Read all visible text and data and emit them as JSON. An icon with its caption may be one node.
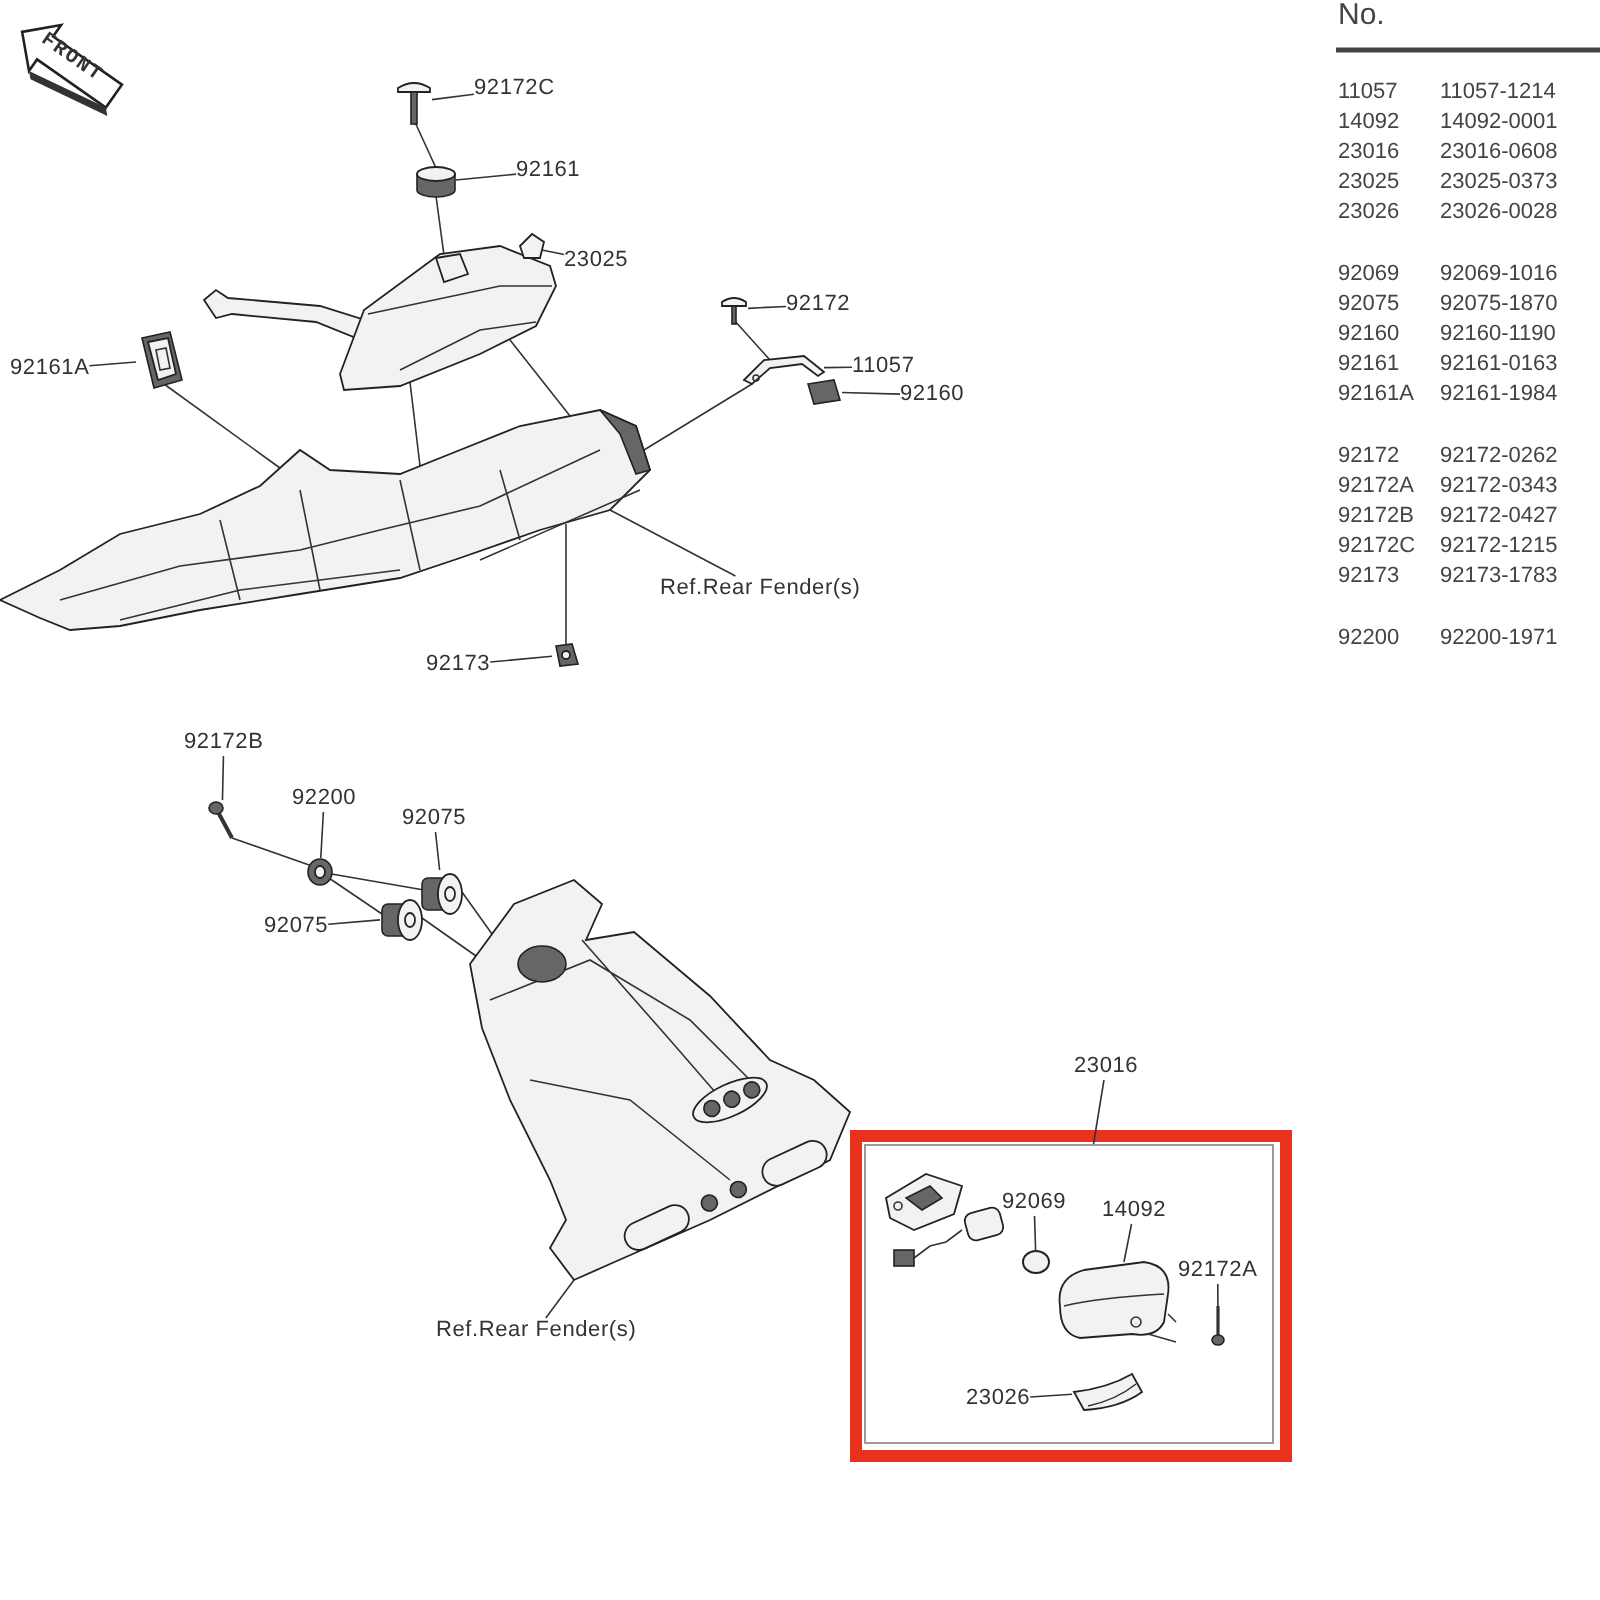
{
  "diagram": {
    "nodes": [
      {
        "text": [
          "92172C"
        ]
      },
      {
        "text": [],
        "shape": "picture"
      },
      {
        "text": [
          "92161"
        ]
      },
      {
        "text": [],
        "shape": "cylinder"
      },
      {
        "text": [
          "23025"
        ]
      },
      {
        "text": [],
        "shape": "picture"
      },
      {
        "text": [
          "92172"
        ]
      },
      {
        "text": [],
        "shape": "picture"
      },
      {
        "text": [
          "11057"
        ]
      },
      {
        "text": [],
        "shape": "picture"
      },
      {
        "text": [
          "92161A"
        ]
      },
      {
        "text": [],
        "shape": "picture"
      },
      {
        "text": [
          "92160"
        ]
      },
      {
        "text": [],
        "shape": "picture"
      },
      {
        "text": [
          "Ref.Rear Fender(s)"
        ]
      },
      {
        "text": [],
        "shape": "picture"
      },
      {
        "text": [
          "92173"
        ]
      },
      {
        "text": [],
        "shape": "picture"
      },
      {
        "text": [
          "92172B"
        ]
      },
      {
        "text": [],
        "shape": "picture"
      },
      {
        "text": [
          "92200"
        ]
      },
      {
        "text": [],
        "shape": "picture"
      },
      {
        "text": [
          "92075"
        ]
      },
      {
        "text": [],
        "shape": "picture"
      },
      {
        "text": [
          "92075"
        ]
      },
      {
        "text": [],
        "shape": "picture"
      },
      {
        "text": [
          "Ref.Rear Fender(s)"
        ]
      },
      {
        "text": [],
        "shape": "picture"
      },
      {
        "text": [
          "23016"
        ]
      },
      {
        "text": [],
        "shape": "box"
      },
      {
        "text": [
          "92069"
        ],
        "in": 29
      },
      {
        "text": [],
        "shape": "circle",
        "in": 29
      },
      {
        "text": [
          "14092"
        ],
        "in": 29
      },
      {
        "text": [],
        "shape": "picture",
        "in": 29
      },
      {
        "text": [
          "92172A"
        ],
        "in": 29
      },
      {
        "text": [],
        "shape": "picture",
        "in": 29
      },
      {
        "text": [
          "23026"
        ],
        "in": 29
      },
      {
        "text": [],
        "shape": "picture",
        "in": 29
      }
    ],
    "edges": [
      {
        "from": 0,
        "to": 1,
        "arrow": "none"
      },
      {
        "from": 2,
        "to": 3,
        "arrow": "none"
      },
      {
        "from": 4,
        "to": 5,
        "arrow": "none"
      },
      {
        "from": 6,
        "to": 7,
        "arrow": "none"
      },
      {
        "from": 8,
        "to": 9,
        "arrow": "none"
      },
      {
        "from": 10,
        "to": 11,
        "arrow": "none"
      },
      {
        "from": 12,
        "to": 13,
        "arrow": "none"
      },
      {
        "from": 14,
        "to": 15,
        "arrow": "none"
      },
      {
        "from": 16,
        "to": 17,
        "arrow": "none"
      },
      {
        "from": 18,
        "to": 19,
        "arrow": "none"
      },
      {
        "from": 20,
        "to": 21,
        "arrow": "none"
      },
      {
        "from": 22,
        "to": 23,
        "arrow": "none"
      },
      {
        "from": 24,
        "to": 25,
        "arrow": "none"
      },
      {
        "from": 26,
        "to": 27,
        "arrow": "none"
      },
      {
        "from": 28,
        "to": 29,
        "arrow": "none"
      },
      {
        "from": 30,
        "to": 31,
        "arrow": "none"
      },
      {
        "from": 32,
        "to": 33,
        "arrow": "none"
      },
      {
        "from": 34,
        "to": 35,
        "arrow": "none"
      },
      {
        "from": 36,
        "to": 37,
        "arrow": "none"
      },
      {
        "from": 1,
        "to": 3,
        "arrow": "none"
      },
      {
        "from": 3,
        "to": 5,
        "arrow": "none"
      },
      {
        "from": 11,
        "to": 15,
        "arrow": "none"
      },
      {
        "from": 5,
        "to": 15,
        "arrow": "none"
      },
      {
        "from": 5,
        "to": 15,
        "arrow": "none"
      },
      {
        "from": 7,
        "to": 9,
        "arrow": "none"
      },
      {
        "from": 9,
        "to": 15,
        "arrow": "none"
      },
      {
        "from": 15,
        "to": 17,
        "arrow": "none"
      },
      {
        "from": 19,
        "to": 21,
        "arrow": "none"
      },
      {
        "from": 21,
        "to": 23,
        "arrow": "none"
      },
      {
        "from": 21,
        "to": 25,
        "arrow": "none"
      },
      {
        "from": 23,
        "to": 27,
        "arrow": "none"
      },
      {
        "from": 25,
        "to": 27,
        "arrow": "none"
      }
    ],
    "labels": [
      "FRONT",
      "No.",
      "11057",
      "11057-1214",
      "14092",
      "14092-0001",
      "23016",
      "23016-0608",
      "23025",
      "23025-0373",
      "23026",
      "23026-0028",
      "92069",
      "92069-1016",
      "92075",
      "92075-1870",
      "92160",
      "92160-1190",
      "92161",
      "92161-0163",
      "92161A",
      "92161-1984",
      "92172",
      "92172-0262",
      "92172A",
      "92172-0343",
      "92172B",
      "92172-0427",
      "92172C",
      "92172-1215",
      "92173",
      "92173-1783",
      "92200",
      "92200-1971"
    ]
  }
}
